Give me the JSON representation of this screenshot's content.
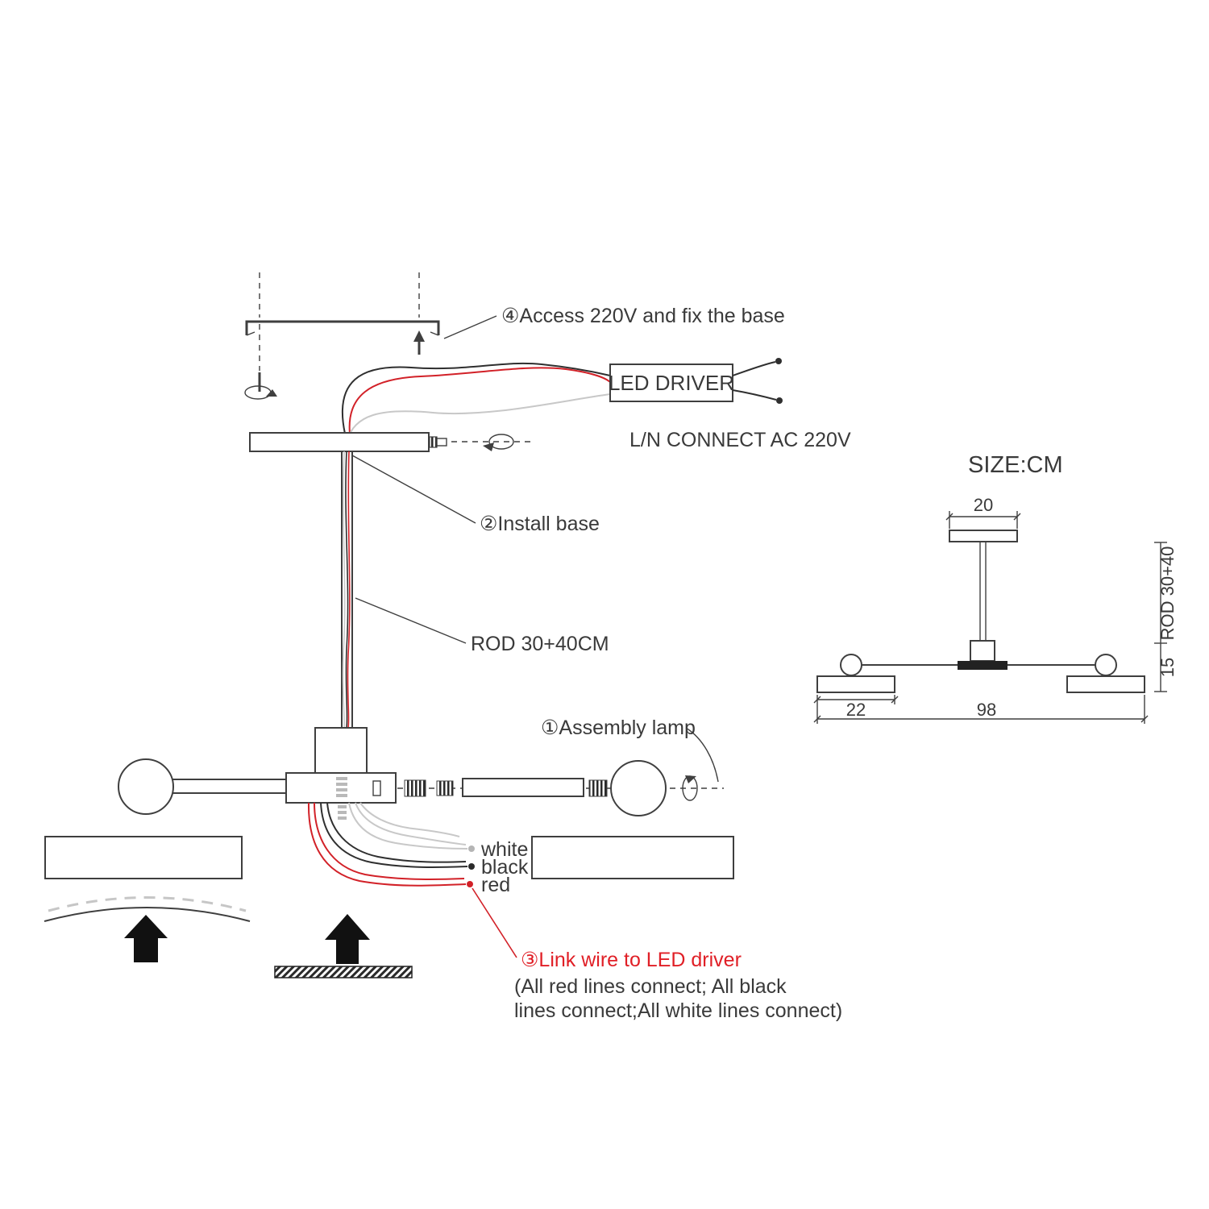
{
  "colors": {
    "line": "#3f3f3f",
    "wire_black": "#2f2f2f",
    "wire_red": "#d22128",
    "wire_white": "#c8c8c8",
    "red_text": "#e01f26"
  },
  "annotations": {
    "step4": "④Access 220V and fix the base",
    "step2": "②Install base",
    "rod": "ROD 30+40CM",
    "step1": "①Assembly lamp",
    "step3": "③Link wire to LED driver",
    "note_line1": "(All red lines connect; All black",
    "note_line2": "lines connect;All white lines connect)"
  },
  "driver": {
    "label": "LED DRIVER",
    "connect": "L/N  CONNECT AC 220V"
  },
  "wires": {
    "white": "white",
    "black": "black",
    "red": "red"
  },
  "size_chart": {
    "title": "SIZE:CM",
    "dim_top": "20",
    "dim_rod": "ROD 30+40",
    "dim_height": "15",
    "dim_plate": "22",
    "dim_total": "98"
  }
}
